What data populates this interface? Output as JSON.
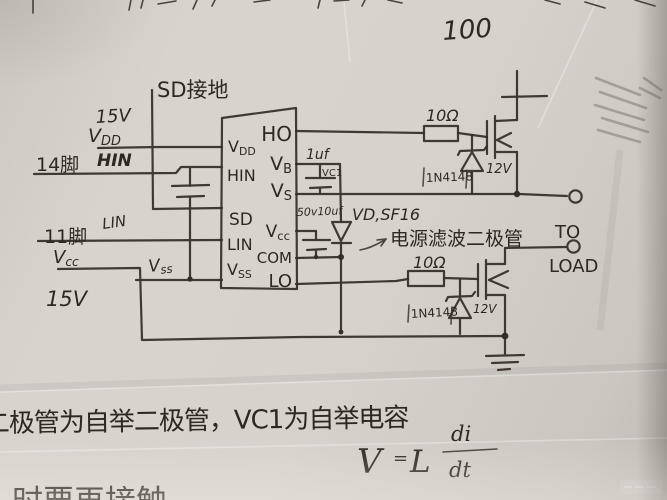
{
  "photo": {
    "paper_color": "#d5d1ca",
    "ink_color": "#332c24",
    "description_number": "100"
  },
  "schematic": {
    "sd_note": "SD接地",
    "left": {
      "v15_top": "15V",
      "vdd": "VDD",
      "pin14": "14脚",
      "hin": "HIN",
      "pin11": "11脚",
      "lin": "LIN",
      "vcc": "Vcc",
      "v15_bottom": "15V",
      "vss": "Vss"
    },
    "ic": {
      "pins_left": [
        "VDD",
        "HIN",
        "SD",
        "LIN",
        "VSS"
      ],
      "pins_right": [
        "HO",
        "VB",
        "VS",
        "Vcc",
        "COM",
        "LO"
      ]
    },
    "components": {
      "bootstrap_cap_value": "1uf",
      "bootstrap_cap_name": "VC1",
      "vcc_cap_value": "50v10uf",
      "bootstrap_diode": "VD,SF16",
      "diode_annotation": "电源滤波二极管",
      "gate_resistor_high": "10Ω",
      "gate_resistor_low": "10Ω",
      "clamp_diode_high": "1N4148",
      "zener_high": "12V",
      "clamp_diode_low": "1N4148",
      "zener_low": "12V"
    },
    "output": {
      "to": "TO",
      "load": "LOAD"
    }
  },
  "notes": {
    "line1": "二极管为自举二极管，VC1为自举电容",
    "formula": {
      "v": "V",
      "eq": "=",
      "l": "L",
      "num": "di",
      "den": "dt"
    },
    "line2_partial": "时要再接触"
  }
}
